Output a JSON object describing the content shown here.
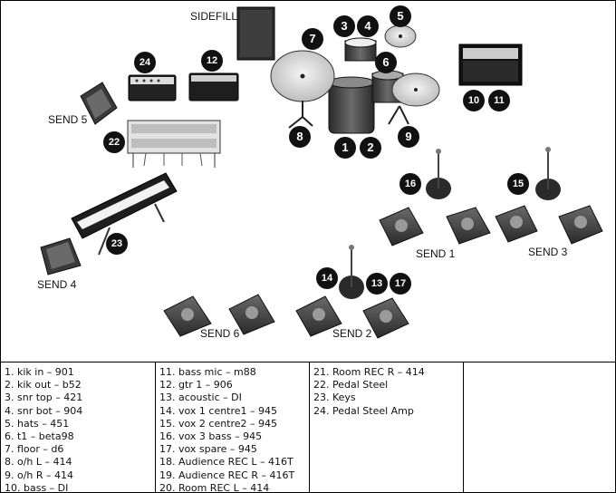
{
  "labels": {
    "sidefill": "SIDEFILL",
    "send1": "SEND 1",
    "send2": "SEND 2",
    "send3": "SEND 3",
    "send4": "SEND 4",
    "send5": "SEND 5",
    "send6": "SEND 6"
  },
  "badges": {
    "b1": "1",
    "b2": "2",
    "b3": "3",
    "b4": "4",
    "b5": "5",
    "b6": "6",
    "b7": "7",
    "b8": "8",
    "b9": "9",
    "b10": "10",
    "b11": "11",
    "b12": "12",
    "b13": "13",
    "b14": "14",
    "b15": "15",
    "b16": "16",
    "b17": "17",
    "b23": "23",
    "b24": "24",
    "b22": "22"
  },
  "channels": [
    "1. kik in – 901",
    "2. kik out – b52",
    "3. snr top – 421",
    "4. snr bot – 904",
    "5. hats – 451",
    "6. t1 – beta98",
    "7. floor – d6",
    "8. o/h L – 414",
    "9. o/h R – 414",
    "10. bass – DI",
    "11. bass mic – m88",
    "12. gtr 1 – 906",
    "13. acoustic – DI",
    "14. vox 1 centre1 – 945",
    "15. vox 2 centre2 – 945",
    "16. vox 3 bass – 945",
    "17. vox spare – 945",
    "18. Audience REC L – 416T",
    "19. Audience REC R – 416T",
    "20. Room REC L – 414",
    "21. Room REC R – 414",
    "22. Pedal Steel",
    "23. Keys",
    "24. Pedal Steel Amp"
  ]
}
